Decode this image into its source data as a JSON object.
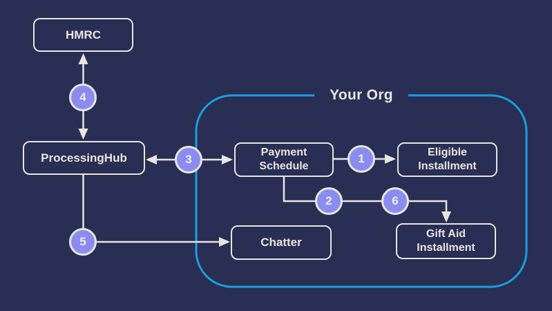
{
  "colors": {
    "background": "#282e54",
    "stroke": "#e9e6e0",
    "org_border": "#1b9fde",
    "badge_fill": "#8b8cf1",
    "badge_text": "#f1efeb"
  },
  "org": {
    "label": "Your Org"
  },
  "nodes": {
    "hmrc": "HMRC",
    "processing_hub": "ProcessingHub",
    "payment_schedule": "Payment Schedule",
    "eligible_installment": "Eligible Installment",
    "chatter": "Chatter",
    "gift_aid_installment": "Gift Aid Installment"
  },
  "badges": {
    "b1": "1",
    "b2": "2",
    "b3": "3",
    "b4": "4",
    "b5": "5",
    "b6": "6"
  }
}
